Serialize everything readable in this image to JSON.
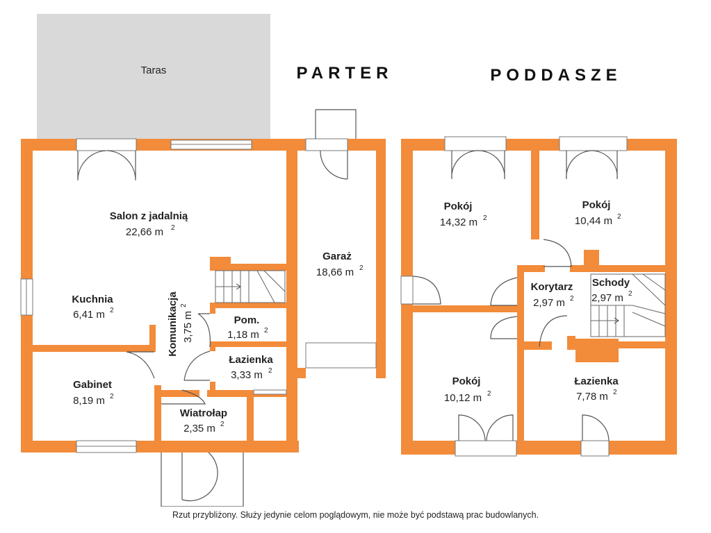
{
  "colors": {
    "wall": "#f28b3a",
    "terrace": "#d9d9d9"
  },
  "terrace": {
    "label": "Taras"
  },
  "floors": [
    {
      "title": "PARTER"
    },
    {
      "title": "PODDASZE"
    }
  ],
  "rooms": {
    "salon": {
      "name": "Salon z jadalnią",
      "area": "22,66 m",
      "unit_sup": "2"
    },
    "kuchnia": {
      "name": "Kuchnia",
      "area": "6,41 m",
      "unit_sup": "2"
    },
    "komunikacja": {
      "name": "Komunikacja",
      "area": "3,75 m",
      "unit_sup": "2"
    },
    "pom": {
      "name": "Pom.",
      "area": "1,18 m",
      "unit_sup": "2"
    },
    "lazienka_parter": {
      "name": "Łazienka",
      "area": "3,33 m",
      "unit_sup": "2"
    },
    "gabinet": {
      "name": "Gabinet",
      "area": "8,19 m",
      "unit_sup": "2"
    },
    "wiatrolap": {
      "name": "Wiatrołap",
      "area": "2,35 m",
      "unit_sup": "2"
    },
    "garaz": {
      "name": "Garaż",
      "area": "18,66 m",
      "unit_sup": "2"
    },
    "pokoj1": {
      "name": "Pokój",
      "area": "14,32 m",
      "unit_sup": "2"
    },
    "pokoj2": {
      "name": "Pokój",
      "area": "10,44 m",
      "unit_sup": "2"
    },
    "korytarz": {
      "name": "Korytarz",
      "area": "2,97 m",
      "unit_sup": "2"
    },
    "schody": {
      "name": "Schody",
      "area": "2,97 m",
      "unit_sup": "2"
    },
    "pokoj3": {
      "name": "Pokój",
      "area": "10,12 m",
      "unit_sup": "2"
    },
    "lazienka_poddasze": {
      "name": "Łazienka",
      "area": "7,78 m",
      "unit_sup": "2"
    }
  },
  "footer": {
    "note": "Rzut przybliżony. Służy jedynie celom poglądowym, nie może być podstawą prac budowlanych."
  }
}
